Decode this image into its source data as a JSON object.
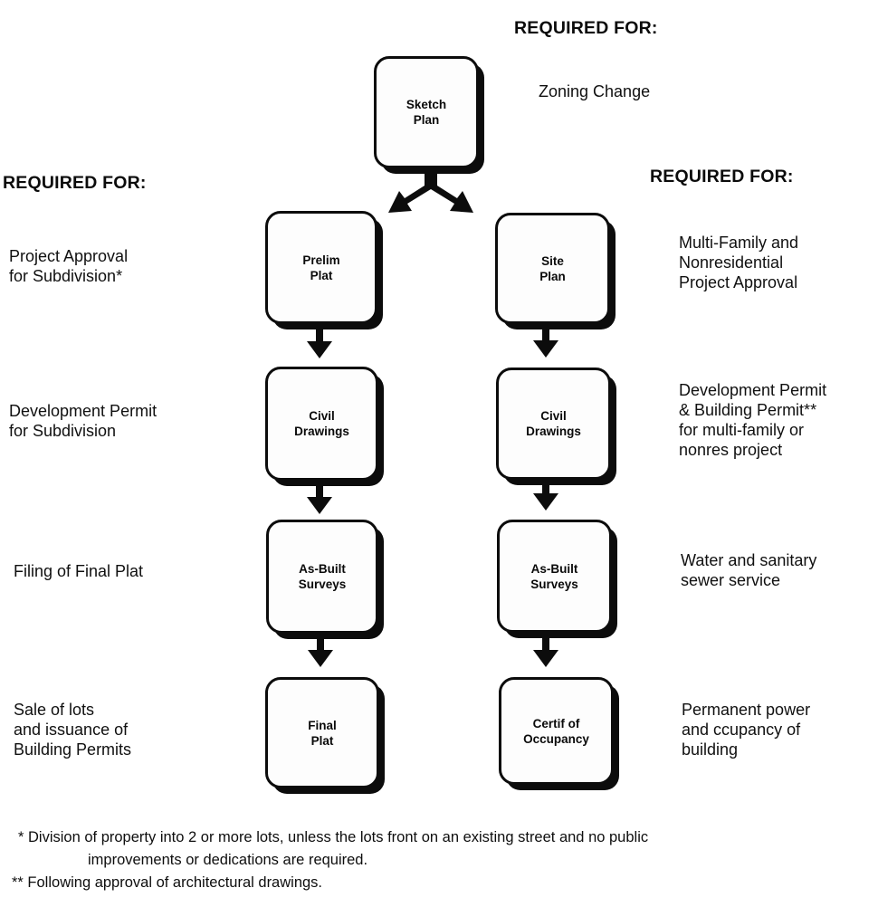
{
  "diagram": {
    "headers": {
      "top_required_for": "REQUIRED FOR:",
      "left_required_for": "REQUIRED FOR:",
      "right_required_for": "REQUIRED FOR:"
    },
    "root": {
      "box": "Sketch\nPlan",
      "required_for": "Zoning Change"
    },
    "left_column": {
      "boxes": [
        "Prelim\nPlat",
        "Civil\nDrawings",
        "As-Built\nSurveys",
        "Final\nPlat"
      ],
      "labels": [
        "Project Approval\nfor Subdivision*",
        "Development Permit\nfor Subdivision",
        "Filing of Final Plat",
        "Sale of lots\nand issuance of\nBuilding Permits"
      ]
    },
    "right_column": {
      "boxes": [
        "Site\nPlan",
        "Civil\nDrawings",
        "As-Built\nSurveys",
        "Certif of\nOccupancy"
      ],
      "labels": [
        "Multi-Family and\nNonresidential\nProject Approval",
        "Development Permit\n& Building Permit**\nfor multi-family or\nnonres project",
        "Water and sanitary\nsewer service",
        "Permanent power\nand ccupancy of\nbuilding"
      ]
    },
    "footnotes": [
      "* Division of property into 2 or more lots, unless the lots front on an existing street and no public",
      "improvements or dedications are required.",
      "** Following approval of architectural drawings."
    ],
    "colors": {
      "ink": "#0c0c0c",
      "paper": "#ffffff"
    }
  }
}
